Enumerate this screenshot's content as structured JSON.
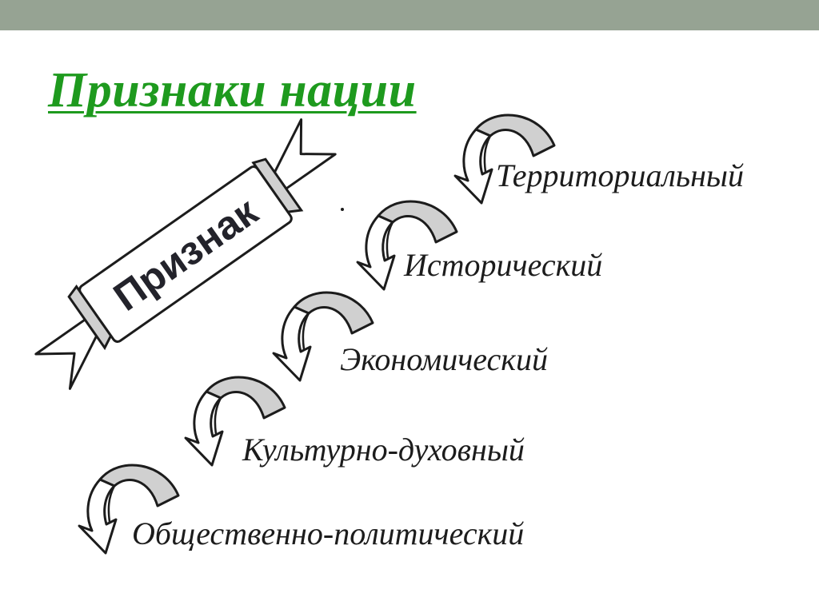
{
  "header": {
    "title": "Признаки нации"
  },
  "banner": {
    "label": "Признак"
  },
  "items": [
    {
      "label": "Территориальный",
      "icon": "curved-arrow-icon"
    },
    {
      "label": "Исторический",
      "icon": "curved-arrow-icon"
    },
    {
      "label": "Экономический",
      "icon": "curved-arrow-icon"
    },
    {
      "label": "Культурно-духовный",
      "icon": "curved-arrow-icon"
    },
    {
      "label": "Общественно-политический",
      "icon": "curved-arrow-icon"
    }
  ],
  "colors": {
    "title": "#1e9a1e",
    "topbar": "#96a393",
    "arrow_band": "#d0d0d0"
  }
}
